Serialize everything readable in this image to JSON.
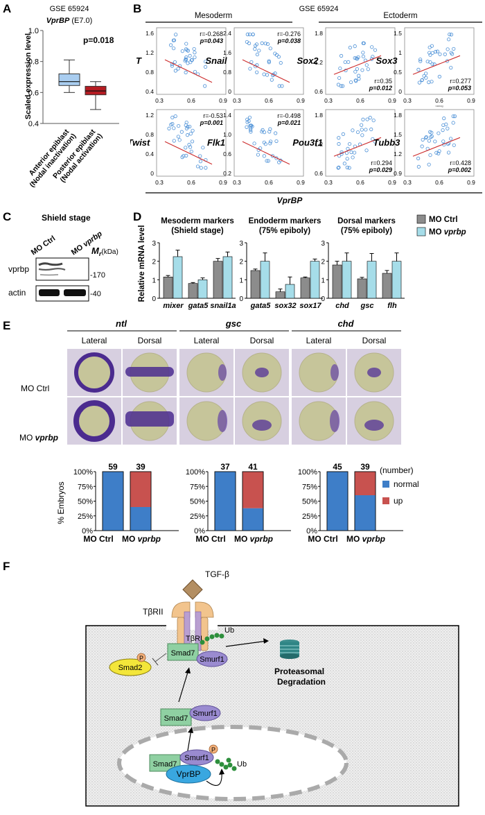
{
  "panels": {
    "A": "A",
    "B": "B",
    "C": "C",
    "D": "D",
    "E": "E",
    "F": "F"
  },
  "panelA": {
    "dataset": "GSE 65924",
    "gene": "VprBP",
    "stage": "(E7.0)",
    "pvalue": "p=0.018",
    "ylabel": "Scaled expression level",
    "yticks": [
      "0.4",
      "0.6",
      "0.8",
      "1.0"
    ],
    "groups": [
      {
        "label1": "Anterior epiblast",
        "label2": "(Nodal inactivation)",
        "color": "#a9cdf0",
        "min": 0.6,
        "q1": 0.645,
        "median": 0.67,
        "q3": 0.72,
        "max": 0.81
      },
      {
        "label1": "Posterior epiblast",
        "label2": "(Nodal activation)",
        "color": "#b51c22",
        "min": 0.49,
        "q1": 0.585,
        "median": 0.61,
        "q3": 0.64,
        "max": 0.67
      }
    ]
  },
  "panelB": {
    "dataset": "GSE 65924",
    "mesoderm": "Mesoderm",
    "ectoderm": "Ectoderm",
    "xlabel": "VprBP",
    "xticks": [
      "0.3",
      "0.6",
      "0.9"
    ],
    "plots": [
      {
        "gene": "T",
        "yticks": [
          "0.4",
          "0.8",
          "1.2",
          "1.6"
        ],
        "r": "r=-0.268",
        "p": "p=0.043",
        "stat_pos": "top-right"
      },
      {
        "gene": "Snail",
        "yticks": [
          "0",
          "0.8",
          "1.6",
          "2.4"
        ],
        "r": "r=-0.276",
        "p": "p=0.038",
        "stat_pos": "top-right"
      },
      {
        "gene": "Sox2",
        "yticks": [
          "0.6",
          "1.2",
          "1.8"
        ],
        "r": "r=0.35",
        "p": "p=0.012",
        "stat_pos": "bottom-right"
      },
      {
        "gene": "Sox3",
        "yticks": [
          "0",
          "0.5",
          "1",
          "1.5"
        ],
        "r": "r=0.277",
        "p": "p=0.053",
        "stat_pos": "bottom-right"
      },
      {
        "gene": "Twist",
        "yticks": [
          "0",
          "0.4",
          "0.8",
          "1.2"
        ],
        "r": "r=-0.53",
        "p": "p=0.001",
        "stat_pos": "top-right"
      },
      {
        "gene": "Flk1",
        "yticks": [
          "0.2",
          "0.6",
          "1.0",
          "1.4"
        ],
        "r": "r=-0.498",
        "p": "p=0.021",
        "stat_pos": "top-right"
      },
      {
        "gene": "Pou3f1",
        "yticks": [
          "0.6",
          "1.2",
          "1.8"
        ],
        "r": "r=0.294",
        "p": "p=0.029",
        "stat_pos": "bottom-right"
      },
      {
        "gene": "Tubb3",
        "yticks": [
          "0.9",
          "1.2",
          "1.5",
          "1.8"
        ],
        "r": "r=0.428",
        "p": "p=0.002",
        "stat_pos": "bottom-right",
        "tiny": "nanog"
      }
    ]
  },
  "panelC": {
    "title": "Shield stage",
    "lane1": "MO Ctrl",
    "lane2": "MO vprbp",
    "mr": "M",
    "mr_sub": "r",
    "kda": "(kDa)",
    "row1": "vprbp",
    "row2": "actin",
    "marker1": "170",
    "marker2": "40"
  },
  "panelD": {
    "ylabel": "Relative mRNA  level",
    "yticks": [
      "0",
      "1",
      "2",
      "3"
    ],
    "legend": [
      {
        "name": "MO Ctrl",
        "color": "#8c8c8c"
      },
      {
        "name": "MO vprbp",
        "color": "#a6dde9"
      }
    ],
    "groups": [
      {
        "title1": "Mesoderm markers",
        "title2": "(Shield stage)",
        "genes": [
          "mixer",
          "gata5",
          "snail1a"
        ],
        "ctrl": [
          1.15,
          0.8,
          2.0
        ],
        "ctrl_err": [
          0.08,
          0.05,
          0.15
        ],
        "vprbp": [
          2.25,
          1.0,
          2.25
        ],
        "vprbp_err": [
          0.35,
          0.1,
          0.25
        ]
      },
      {
        "title1": "Endoderm markers",
        "title2": "(75% epiboly)",
        "genes": [
          "gata5",
          "sox32",
          "sox17"
        ],
        "ctrl": [
          1.5,
          0.35,
          1.1
        ],
        "ctrl_err": [
          0.08,
          0.15,
          0.05
        ],
        "vprbp": [
          2.0,
          0.75,
          2.0
        ],
        "vprbp_err": [
          0.45,
          0.4,
          0.12
        ]
      },
      {
        "title1": "Dorsal markers",
        "title2": "(75% epiboly)",
        "genes": [
          "chd",
          "gsc",
          "flh"
        ],
        "ctrl": [
          1.8,
          1.05,
          1.35
        ],
        "ctrl_err": [
          0.2,
          0.08,
          0.15
        ],
        "vprbp": [
          2.0,
          2.0,
          2.0
        ],
        "vprbp_err": [
          0.45,
          0.42,
          0.45
        ]
      }
    ]
  },
  "panelE": {
    "genes": [
      "ntl",
      "gsc",
      "chd"
    ],
    "view_lateral": "Lateral",
    "view_dorsal": "Dorsal",
    "row1": "MO Ctrl",
    "row2": "MO vprbp",
    "ylabel": "% Embryos",
    "yticks": [
      "0%",
      "25%",
      "50%",
      "75%",
      "100%"
    ],
    "number_label": "(number)",
    "legend": [
      {
        "name": "normal",
        "color": "#3e7ec8"
      },
      {
        "name": "up",
        "color": "#c8524f"
      }
    ],
    "xcats": [
      "MO Ctrl",
      "MO vprbp"
    ],
    "bars": [
      {
        "gene": "ntl",
        "counts": [
          "59",
          "39"
        ],
        "normal": [
          100,
          40
        ],
        "up": [
          0,
          60
        ]
      },
      {
        "gene": "gsc",
        "counts": [
          "37",
          "41"
        ],
        "normal": [
          100,
          38
        ],
        "up": [
          0,
          62
        ]
      },
      {
        "gene": "chd",
        "counts": [
          "45",
          "39"
        ],
        "normal": [
          100,
          60
        ],
        "up": [
          0,
          40
        ]
      }
    ]
  },
  "panelF": {
    "tgfb": "TGF-β",
    "tbrii": "TβRII",
    "tbri": "TβRI",
    "ub1": "Ub",
    "ub2": "Ub",
    "smad7": "Smad7",
    "smurf1": "Smurf1",
    "smad2": "Smad2",
    "p": "P",
    "vprbp": "VprBP",
    "proteasome1": "Proteasomal",
    "proteasome2": "Degradation"
  }
}
